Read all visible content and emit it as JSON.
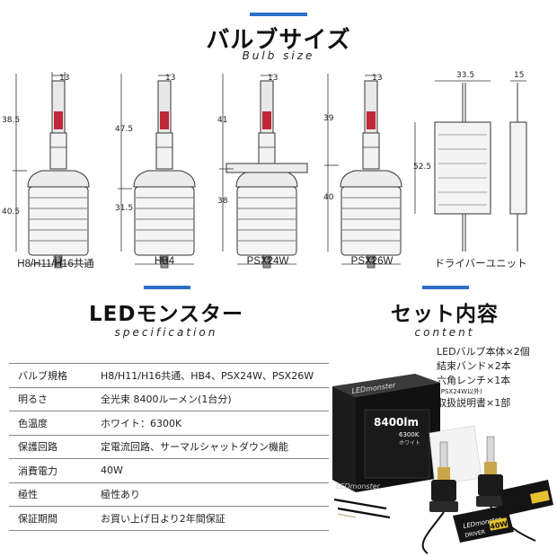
{
  "bulb_size": {
    "title": "バルブサイズ",
    "subtitle": "Bulb size"
  },
  "dimensions": {
    "h8": {
      "top_width": "13",
      "upper_height": "38.5",
      "lower_height": "40.5",
      "bottom_width": "33",
      "caption": "H8/H11/H16共通"
    },
    "hb4": {
      "top_width": "13",
      "upper_height": "47.5",
      "lower_height": "31.5",
      "bottom_width": "33",
      "caption": "HB4"
    },
    "psx24w": {
      "top_width": "13",
      "upper_height": "41",
      "lower_height": "38",
      "bottom_width": "33",
      "caption": "PSX24W"
    },
    "psx26w": {
      "top_width": "13",
      "upper_height": "39",
      "lower_height": "40",
      "bottom_width": "33",
      "caption": "PSX26W"
    },
    "driver": {
      "width_front": "33.5",
      "width_side": "15",
      "height": "52.5",
      "caption": "ドライバーユニット"
    }
  },
  "spec": {
    "title": "LEDモンスター",
    "subtitle": "specification",
    "rows": [
      {
        "key": "バルブ規格",
        "value": "H8/H11/H16共通、HB4、PSX24W、PSX26W"
      },
      {
        "key": "明るさ",
        "value": "全光束 8400ルーメン(1台分)"
      },
      {
        "key": "色温度",
        "value": "ホワイト：6300K"
      },
      {
        "key": "保護回路",
        "value": "定電流回路、サーマルシャットダウン機能"
      },
      {
        "key": "消費電力",
        "value": "40W"
      },
      {
        "key": "極性",
        "value": "極性あり"
      },
      {
        "key": "保証期間",
        "value": "お買い上げ日より2年間保証"
      }
    ]
  },
  "set": {
    "title": "セット内容",
    "subtitle": "content",
    "items": [
      "LEDバルブ本体×2個",
      "結束バンド×2本",
      "六角レンチ×1本",
      "(PSX24W以外)",
      "取扱説明書×1部"
    ]
  },
  "product": {
    "box_brand": "LEDmonster",
    "lumen": "8400lm",
    "kelvin": "6300K",
    "kelvin_label": "ホワイト",
    "box_side": "LEDmonster",
    "driver_brand": "LEDmonster",
    "driver_label": "DRIVER",
    "watt": "40W"
  },
  "colors": {
    "accent": "#2b6fc9",
    "line": "#333333",
    "chip": "#c0283a"
  }
}
